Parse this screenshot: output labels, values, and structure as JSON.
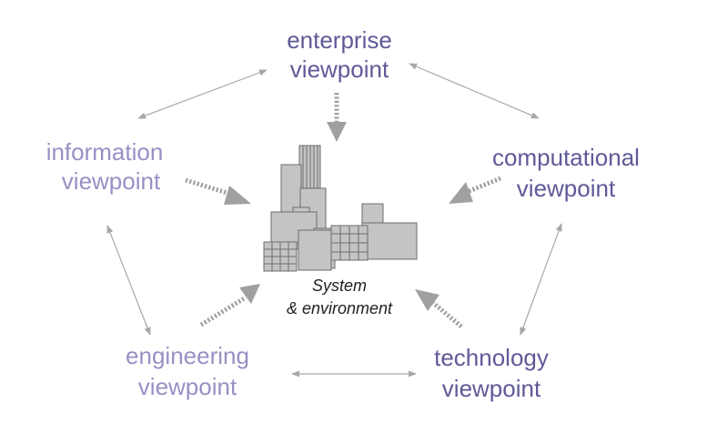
{
  "viewpoints": {
    "enterprise": {
      "line1": "enterprise",
      "line2": "viewpoint"
    },
    "information": {
      "line1": "information",
      "line2": "viewpoint"
    },
    "computational": {
      "line1": "computational",
      "line2": "viewpoint"
    },
    "engineering": {
      "line1": "engineering",
      "line2": "viewpoint"
    },
    "technology": {
      "line1": "technology",
      "line2": "viewpoint"
    }
  },
  "center": {
    "line1": "System",
    "line2": "& environment"
  },
  "colors": {
    "enterprise": "#5f5a98",
    "information": "#9691c4",
    "computational": "#5f5a98",
    "engineering": "#9691c4",
    "technology": "#5f5a98",
    "connector": "#a8a8a8",
    "dotted_arrow": "#a0a0a0",
    "building_fill": "#c4c4c4",
    "building_stroke": "#6d6d6d"
  }
}
